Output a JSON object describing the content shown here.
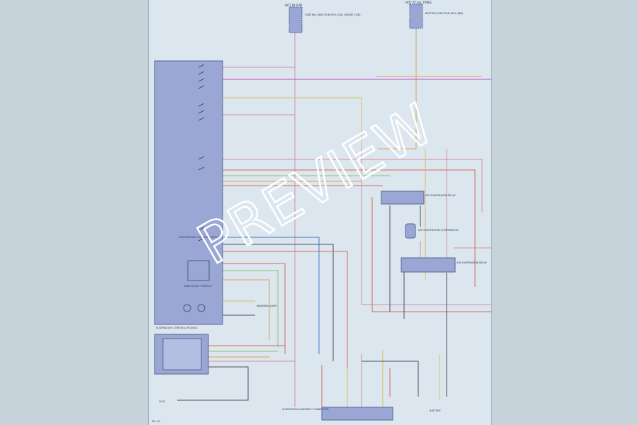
{
  "watermark": "PREVIEW",
  "colors": {
    "sheet": "#dbe6ee",
    "component_fill": "#9aa6d4",
    "component_stroke": "#5a6496",
    "wire_pink": "#d98ca8",
    "wire_red": "#d96a5a",
    "wire_orange": "#d9a25a",
    "wire_yellow": "#d8c25a",
    "wire_green": "#8cc46a",
    "wire_violet": "#c24ad0",
    "wire_blue": "#4a78c8",
    "wire_dark": "#4a5060"
  },
  "labels": {
    "fuse_left_title": "HOT IN RUN",
    "fuse_left_desc": "CENTRAL JUNCTION BOX (CJB) (INSIDE CAB)",
    "fuse_right_title": "HOT AT ALL TIMES",
    "fuse_right_desc": "BATTERY JUNCTION BOX (BJB)",
    "relay_upper": "AIR SUSPENSION RELAY",
    "relay_lower": "AIR SUSPENSION RELAY",
    "compressor": "AIR SUSPENSION COMPRESSOR",
    "module": "SUSPENSION CONTROL MODULE",
    "height_switch": "RIDE HEIGHT SWITCH",
    "warning_lamp": "WARNING LAMP",
    "control_switch": "SUSPENSION CONTROL SWITCH",
    "bottom_connector": "SUSPENSION HARNESS CONNECTOR",
    "ground_left": "G101",
    "ground_right": "BATTERY",
    "page_id": "SM 1/2"
  }
}
